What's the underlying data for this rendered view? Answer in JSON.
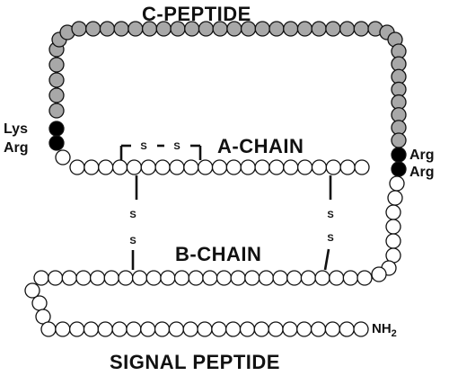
{
  "labels": {
    "c_peptide": "C-PEPTIDE",
    "a_chain": "A-CHAIN",
    "b_chain": "B-CHAIN",
    "signal_peptide": "SIGNAL PEPTIDE",
    "nh": "NH",
    "nh_sub": "2",
    "lys": "Lys",
    "arg_left": "Arg",
    "arg_right_1": "Arg",
    "arg_right_2": "Arg",
    "disulfide_s": "S"
  },
  "colors": {
    "c_peptide_residue": "#a8a8a8",
    "cleavage_residue": "#000000",
    "chain_residue": "#ffffff",
    "outline": "#111111"
  }
}
